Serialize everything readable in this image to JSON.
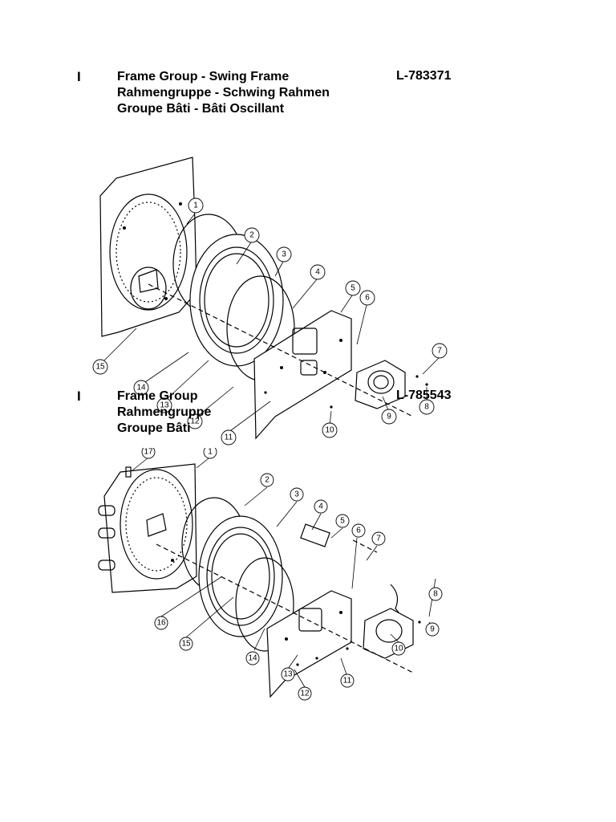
{
  "sections": [
    {
      "marker": "I",
      "title_en": "Frame Group - Swing Frame",
      "title_de": "Rahmengruppe - Schwing Rahmen",
      "title_fr": "Groupe Bâti - Bâti Oscillant",
      "part_number": "L-783371",
      "callouts": [
        "1",
        "2",
        "3",
        "4",
        "5",
        "6",
        "7",
        "8",
        "9",
        "10",
        "11",
        "12",
        "13",
        "14",
        "15"
      ]
    },
    {
      "marker": "I",
      "title_en": "Frame Group",
      "title_de": "Rahmengruppe",
      "title_fr": "Groupe Bâti",
      "part_number": "L-785543",
      "callouts": [
        "1",
        "2",
        "3",
        "4",
        "5",
        "6",
        "7",
        "8",
        "9",
        "10",
        "11",
        "12",
        "13",
        "14",
        "15",
        "16",
        "17"
      ]
    }
  ]
}
